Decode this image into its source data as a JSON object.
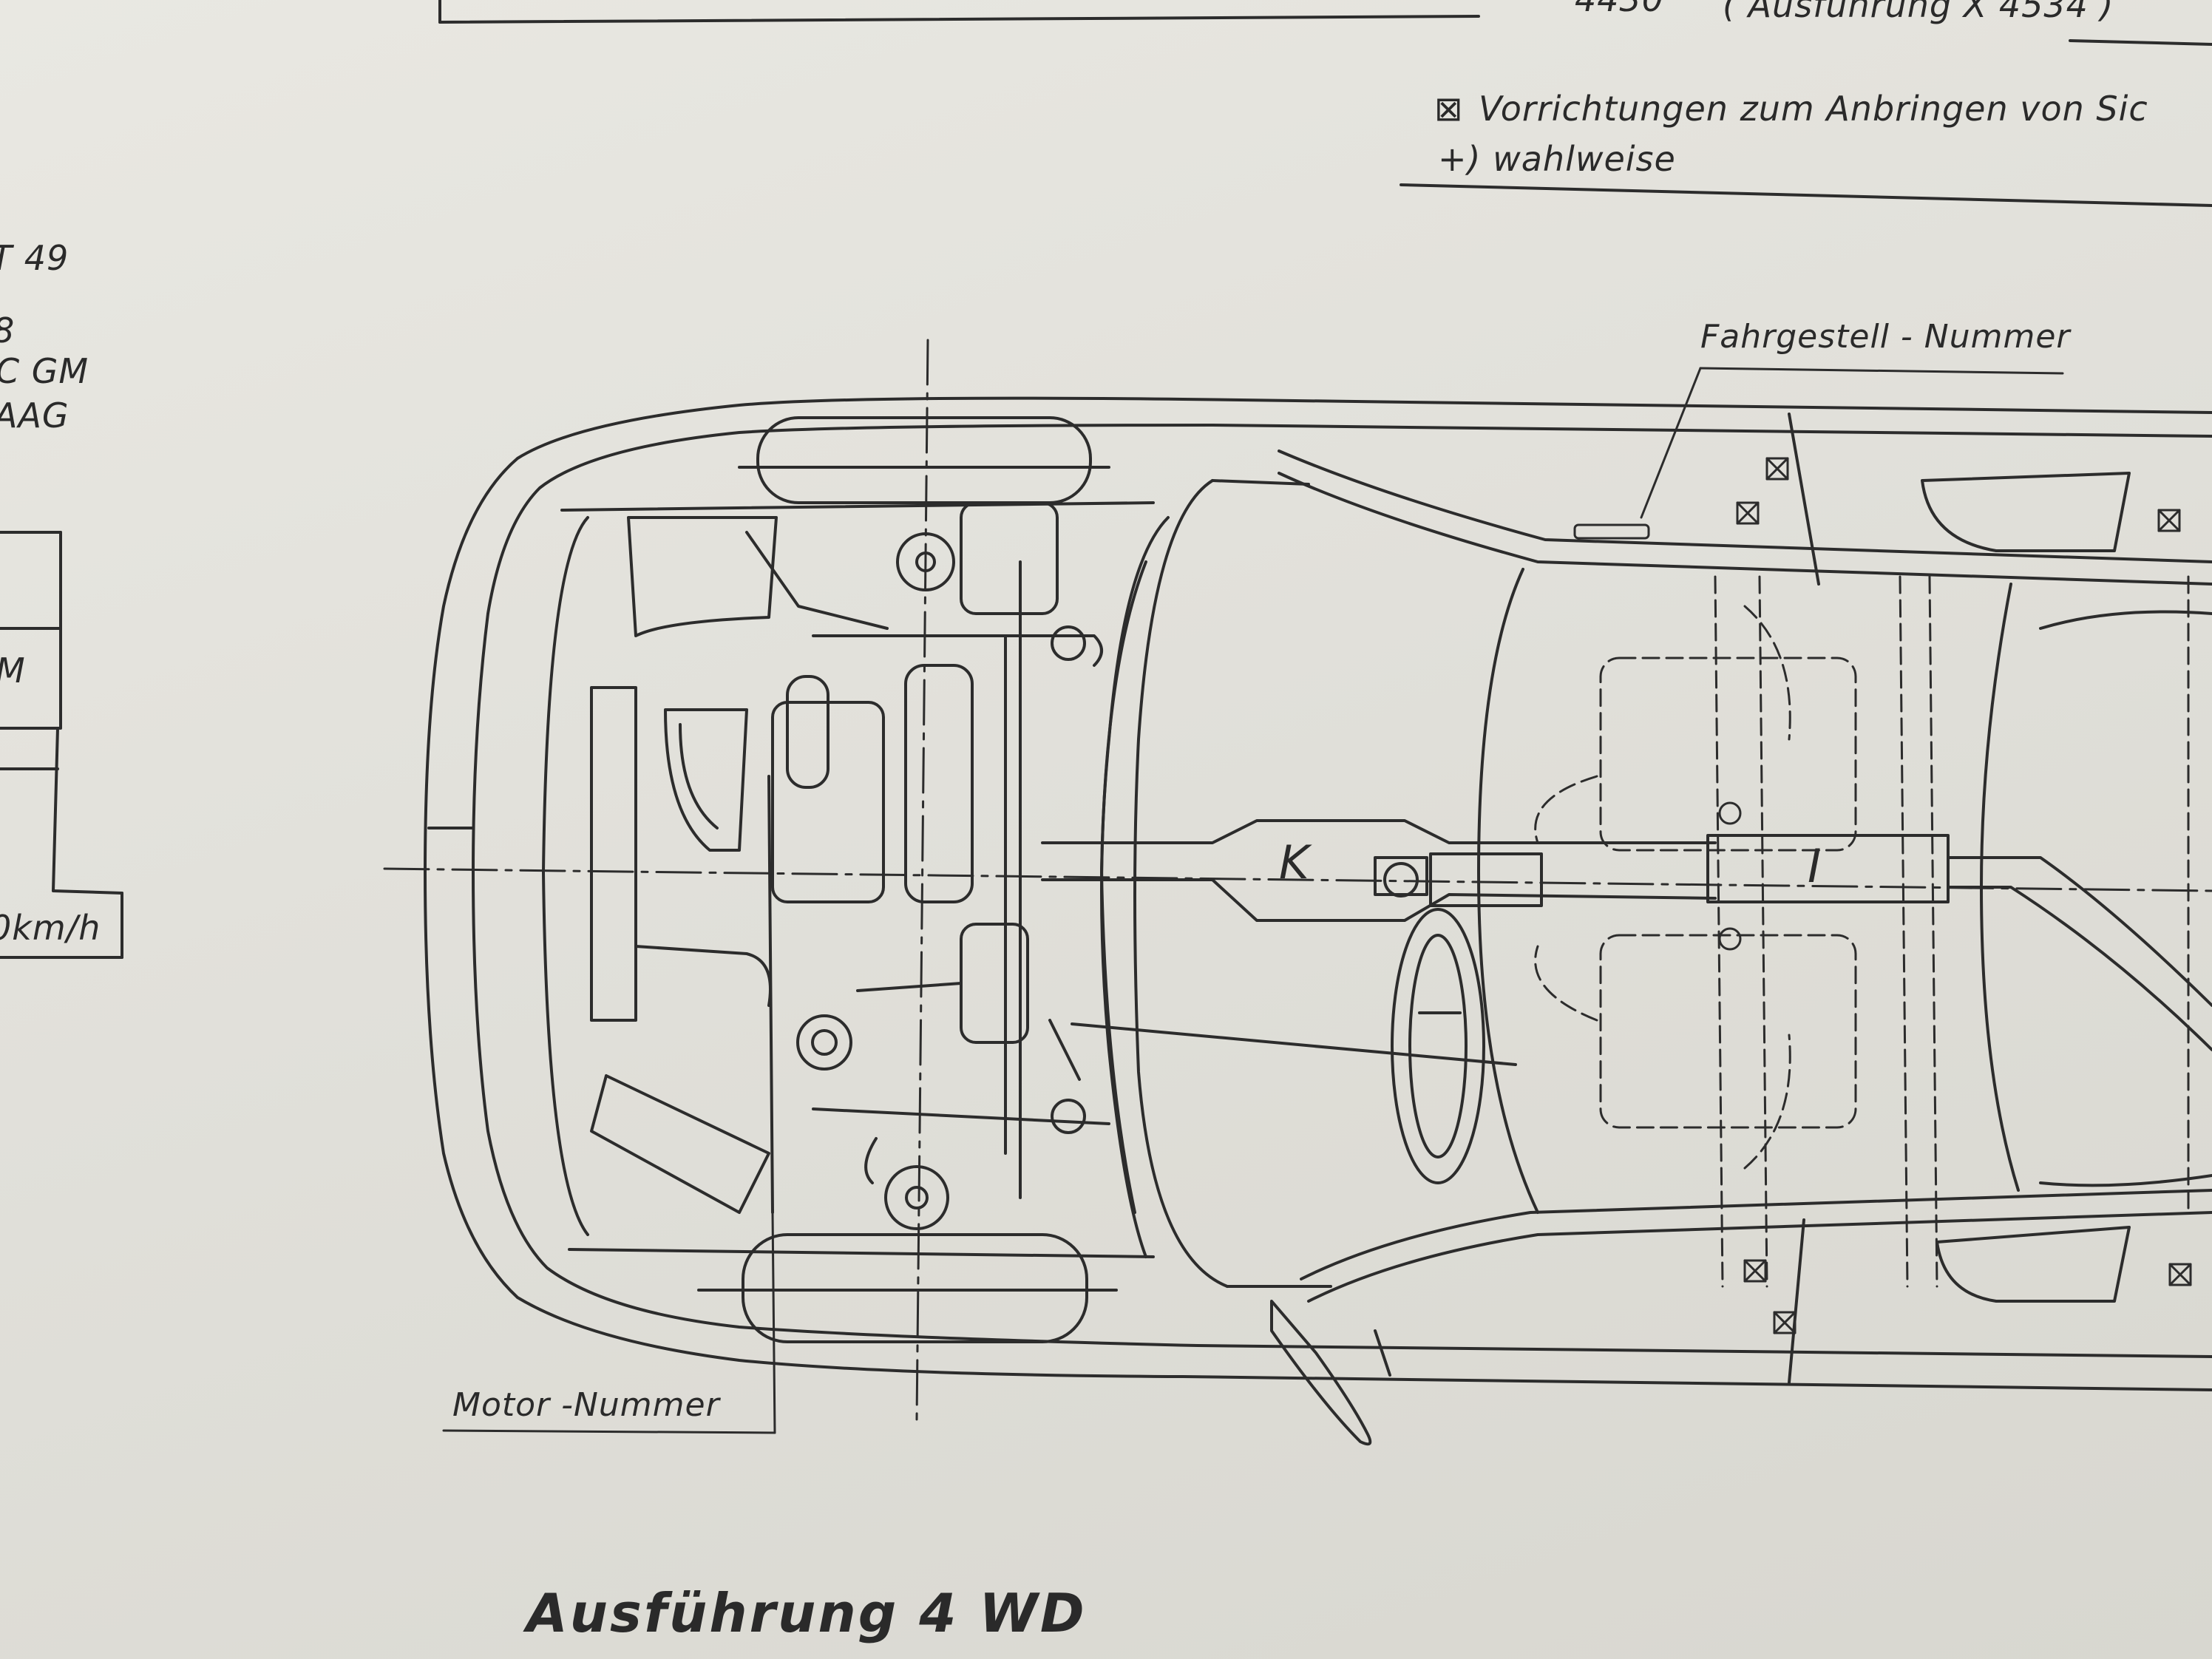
{
  "header": {
    "number_fragment": "4430",
    "variant_ref": "( Ausführung X 4534 )"
  },
  "notes": {
    "fixture_symbol": "⊠",
    "fixture_text": "Vorrichtungen  zum  Anbringen  von  Sic",
    "optional_text": "+) wahlweise"
  },
  "left_fragments": [
    "T 49",
    "8",
    "C  GM",
    "AAG",
    "M",
    "0km/h"
  ],
  "labels": {
    "chassis_number": "Fahrgestell - Nummer",
    "engine_number": "Motor -Nummer",
    "component_k": "K",
    "component_i": "I"
  },
  "title": "Ausführung 4 WD",
  "colors": {
    "paper": "#e4e3dd",
    "ink": "#2a2a2a"
  }
}
